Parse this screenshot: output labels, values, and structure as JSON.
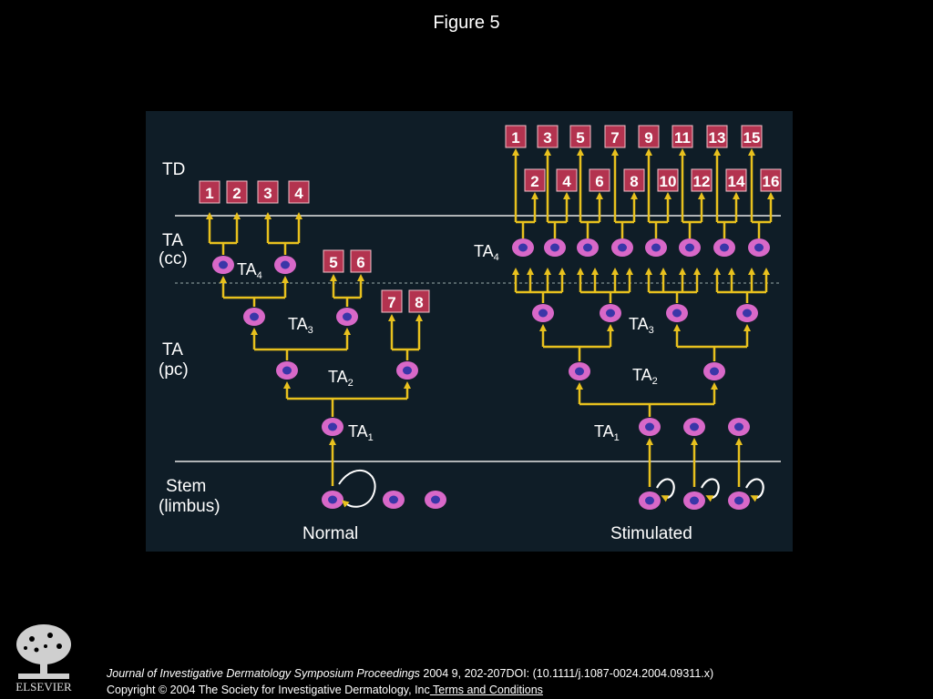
{
  "title": "Figure 5",
  "diagram": {
    "row_labels": {
      "td": "TD",
      "ta_cc_1": "TA",
      "ta_cc_2": "(cc)",
      "ta_pc_1": "TA",
      "ta_pc_2": "(pc)",
      "stem_1": "Stem",
      "stem_2": "(limbus)"
    },
    "normal": {
      "caption": "Normal",
      "td_boxes": [
        "1",
        "2",
        "3",
        "4"
      ],
      "boxes_56": [
        "5",
        "6"
      ],
      "boxes_78": [
        "7",
        "8"
      ],
      "ta_labels": {
        "ta1": "TA",
        "ta1_sub": "1",
        "ta2": "TA",
        "ta2_sub": "2",
        "ta3": "TA",
        "ta3_sub": "3",
        "ta4": "TA",
        "ta4_sub": "4"
      }
    },
    "stimulated": {
      "caption": "Stimulated",
      "td_top": [
        "1",
        "3",
        "5",
        "7",
        "9",
        "11",
        "13",
        "15"
      ],
      "td_bottom": [
        "2",
        "4",
        "6",
        "8",
        "10",
        "12",
        "14",
        "16"
      ],
      "ta_labels": {
        "ta1": "TA",
        "ta1_sub": "1",
        "ta2": "TA",
        "ta2_sub": "2",
        "ta3": "TA",
        "ta3_sub": "3",
        "ta4": "TA",
        "ta4_sub": "4"
      }
    },
    "colors": {
      "background": "#0f1d27",
      "box": "#b3334f",
      "arrow": "#e8c11e",
      "cell_outer": "#d868c8",
      "cell_inner": "#3a36a8",
      "line": "#e6e6e6"
    }
  },
  "footer": {
    "journal": "Journal of Investigative Dermatology Symposium Proceedings",
    "citation": " 2004 9, 202-207DOI: (10.1111/j.1087-0024.2004.09311.x)",
    "copyright": "Copyright © 2004 The Society for Investigative Dermatology, Inc",
    "terms": " Terms and Conditions"
  },
  "logo_text": "ELSEVIER"
}
